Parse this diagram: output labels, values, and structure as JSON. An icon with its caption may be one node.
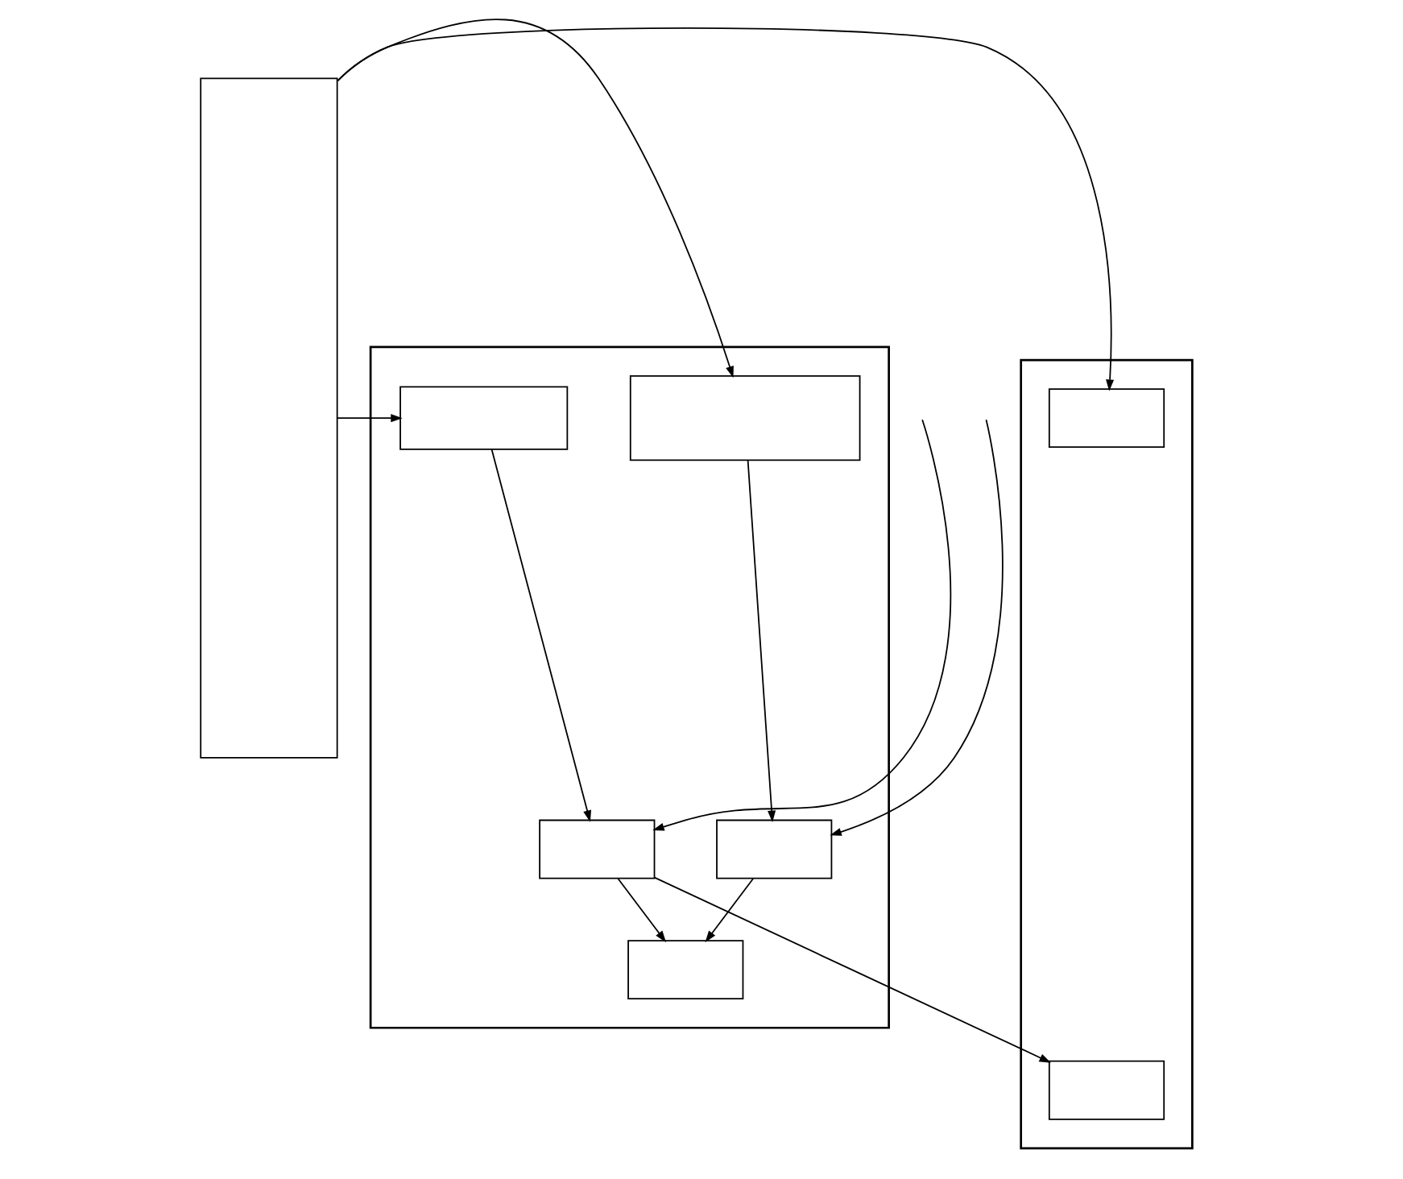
{
  "diagram": {
    "nodes": [
      {
        "text": [],
        "shape": "box"
      },
      {
        "text": [],
        "shape": "box"
      },
      {
        "text": [],
        "shape": "box"
      },
      {
        "text": [],
        "shape": "box",
        "in": 1
      },
      {
        "text": [],
        "shape": "box",
        "in": 1
      },
      {
        "text": [],
        "shape": "box",
        "in": 1
      },
      {
        "text": [],
        "shape": "box",
        "in": 1
      },
      {
        "text": [],
        "shape": "box",
        "in": 1
      },
      {
        "text": [],
        "shape": "box",
        "in": 2
      },
      {
        "text": [],
        "shape": "box",
        "in": 2
      }
    ],
    "edges": [
      {
        "from": 0,
        "to": 3,
        "arrow": "to"
      },
      {
        "from": 0,
        "to": 8,
        "arrow": "to"
      },
      {
        "from": 3,
        "to": 4,
        "arrow": "to"
      },
      {
        "from": null,
        "to": 4,
        "arrow": "to"
      },
      {
        "from": 4,
        "to": 5,
        "arrow": "to"
      },
      {
        "from": 4,
        "to": 9,
        "arrow": "to"
      },
      {
        "from": 6,
        "to": 5,
        "arrow": "to"
      },
      {
        "from": null,
        "to": 6,
        "arrow": "to"
      },
      {
        "from": 7,
        "to": 6,
        "arrow": "to"
      },
      {
        "from": 0,
        "to": 7,
        "arrow": "to"
      }
    ]
  }
}
